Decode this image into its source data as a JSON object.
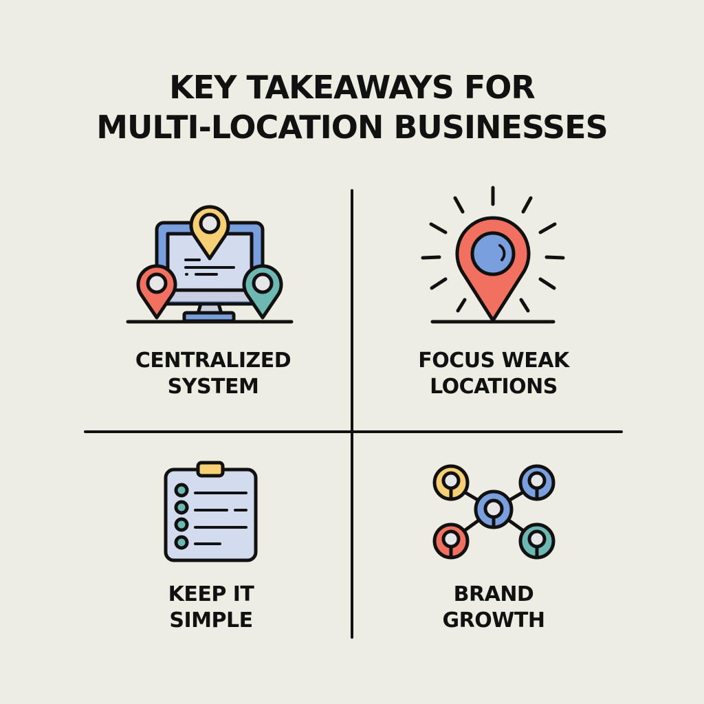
{
  "title": {
    "line1": "KEY TAKEAWAYS FOR",
    "line2": "MULTI-LOCATION BUSINESSES"
  },
  "quadrants": [
    {
      "position": "top-left",
      "icon": "monitor-with-location-pins-icon",
      "label_line1": "CENTRALIZED",
      "label_line2": "SYSTEM"
    },
    {
      "position": "top-right",
      "icon": "highlighted-location-pin-icon",
      "label_line1": "FOCUS WEAK",
      "label_line2": "LOCATIONS"
    },
    {
      "position": "bottom-left",
      "icon": "clipboard-checklist-icon",
      "label_line1": "KEEP IT",
      "label_line2": "SIMPLE"
    },
    {
      "position": "bottom-right",
      "icon": "network-nodes-icon",
      "label_line1": "BRAND",
      "label_line2": "GROWTH"
    }
  ],
  "colors": {
    "background": "#eeede4",
    "ink": "#111111",
    "red": "#f2705f",
    "yellow": "#f7cf74",
    "blue": "#7a9fdf",
    "teal": "#6db8b2",
    "light_blue": "#d3dcef",
    "light_grey": "#e6e6e8"
  }
}
